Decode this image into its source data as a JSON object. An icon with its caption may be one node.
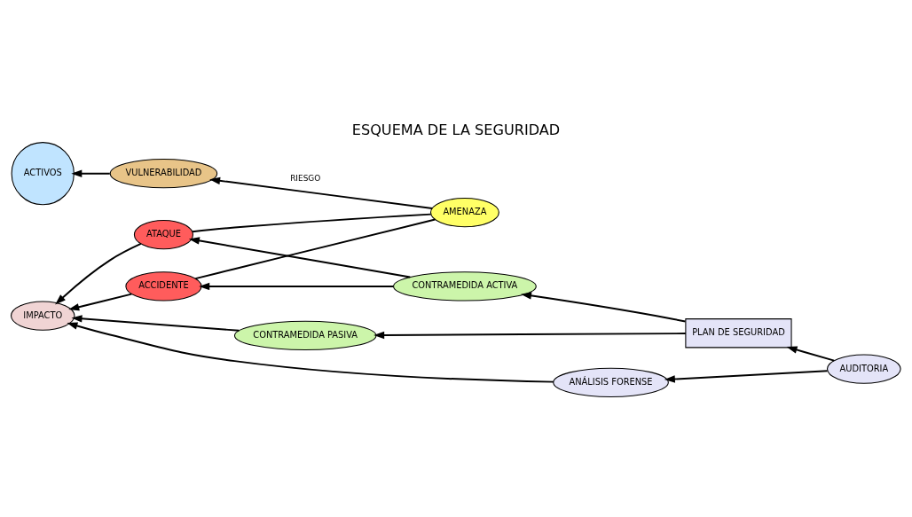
{
  "diagram": {
    "title": "ESQUEMA DE LA SEGURIDAD",
    "nodes": [
      {
        "text": [
          "VULNERABILIDAD"
        ]
      },
      {
        "text": [
          "ACTIVOS"
        ]
      },
      {
        "text": [
          "CONTRAMEDIDA ACTIVA"
        ]
      },
      {
        "text": [
          "AMENAZA"
        ]
      },
      {
        "text": [
          "ATAQUE"
        ]
      },
      {
        "text": [
          "CONTRAMEDIDA PASIVA"
        ]
      },
      {
        "text": [
          "PLAN DE SEGURIDAD"
        ]
      },
      {
        "text": [
          "IMPACTO"
        ]
      },
      {
        "text": [
          "ACCIDENTE"
        ]
      },
      {
        "text": [
          "ANÁLISIS FORENSE"
        ]
      },
      {
        "text": [
          "AUDITORIA"
        ]
      }
    ],
    "edges": [
      {
        "from": 0,
        "to": 1,
        "arrow": "to"
      },
      {
        "from": 3,
        "to": 0,
        "arrow": "to",
        "label": "RIESGO"
      },
      {
        "from": 3,
        "to": 4,
        "arrow": "none"
      },
      {
        "from": 3,
        "to": 8,
        "arrow": "none"
      },
      {
        "from": 4,
        "to": 7,
        "arrow": "to"
      },
      {
        "from": 8,
        "to": 7,
        "arrow": "to"
      },
      {
        "from": 9,
        "to": 7,
        "arrow": "to"
      },
      {
        "from": 2,
        "to": 4,
        "arrow": "to"
      },
      {
        "from": 2,
        "to": 8,
        "arrow": "to"
      },
      {
        "from": 5,
        "to": 7,
        "arrow": "to"
      },
      {
        "from": 6,
        "to": 2,
        "arrow": "to"
      },
      {
        "from": 6,
        "to": 5,
        "arrow": "to"
      },
      {
        "from": 10,
        "to": 6,
        "arrow": "to"
      },
      {
        "from": 10,
        "to": 9,
        "arrow": "to"
      }
    ]
  }
}
